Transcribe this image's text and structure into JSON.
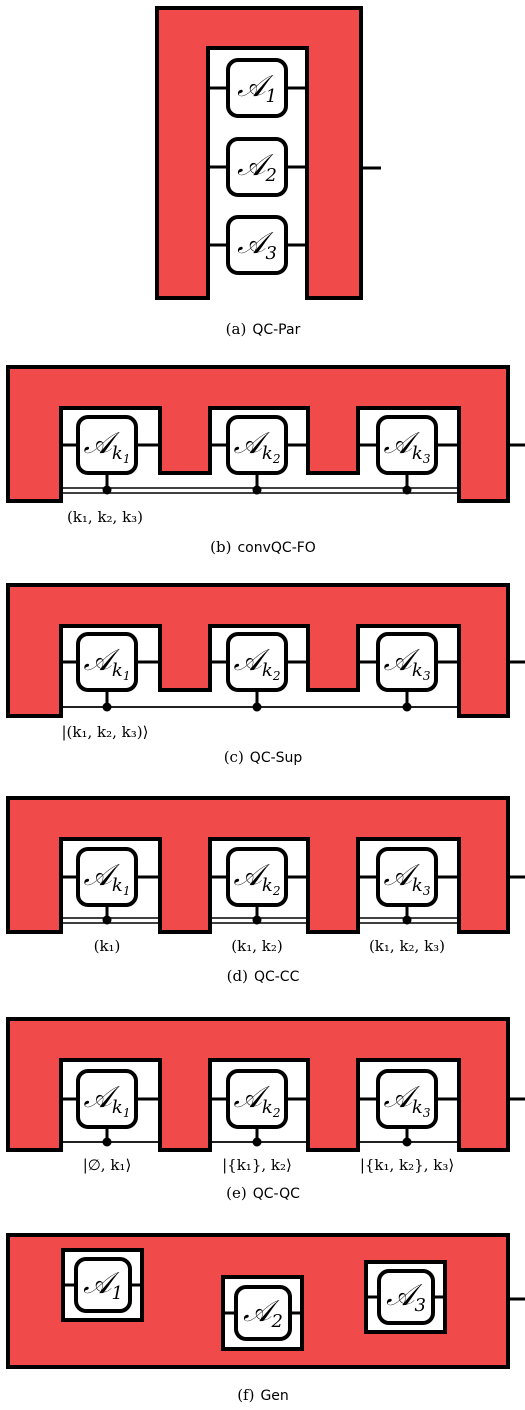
{
  "gate_letter": "𝒜",
  "panels": {
    "a": {
      "caption_tag": "(a)",
      "caption_name": "QC-Par",
      "gates": [
        {
          "sub": "1"
        },
        {
          "sub": "2"
        },
        {
          "sub": "3"
        }
      ]
    },
    "b": {
      "caption_tag": "(b)",
      "caption_name": "convQC-FO",
      "gates": [
        {
          "sub": "k",
          "subsub": "1"
        },
        {
          "sub": "k",
          "subsub": "2"
        },
        {
          "sub": "k",
          "subsub": "3"
        }
      ],
      "labels": [
        "(k₁, k₂, k₃)"
      ]
    },
    "c": {
      "caption_tag": "(c)",
      "caption_name": "QC-Sup",
      "gates": [
        {
          "sub": "k",
          "subsub": "1"
        },
        {
          "sub": "k",
          "subsub": "2"
        },
        {
          "sub": "k",
          "subsub": "3"
        }
      ],
      "labels": [
        "|(k₁, k₂, k₃)⟩"
      ]
    },
    "d": {
      "caption_tag": "(d)",
      "caption_name": "QC-CC",
      "gates": [
        {
          "sub": "k",
          "subsub": "1"
        },
        {
          "sub": "k",
          "subsub": "2"
        },
        {
          "sub": "k",
          "subsub": "3"
        }
      ],
      "labels": [
        "(k₁)",
        "(k₁, k₂)",
        "(k₁, k₂, k₃)"
      ]
    },
    "e": {
      "caption_tag": "(e)",
      "caption_name": "QC-QC",
      "gates": [
        {
          "sub": "k",
          "subsub": "1"
        },
        {
          "sub": "k",
          "subsub": "2"
        },
        {
          "sub": "k",
          "subsub": "3"
        }
      ],
      "labels": [
        "|∅, k₁⟩",
        "|{k₁}, k₂⟩",
        "|{k₁, k₂}, k₃⟩"
      ]
    },
    "f": {
      "caption_tag": "(f)",
      "caption_name": "Gen",
      "gates": [
        {
          "sub": "1"
        },
        {
          "sub": "2"
        },
        {
          "sub": "3"
        }
      ]
    }
  }
}
